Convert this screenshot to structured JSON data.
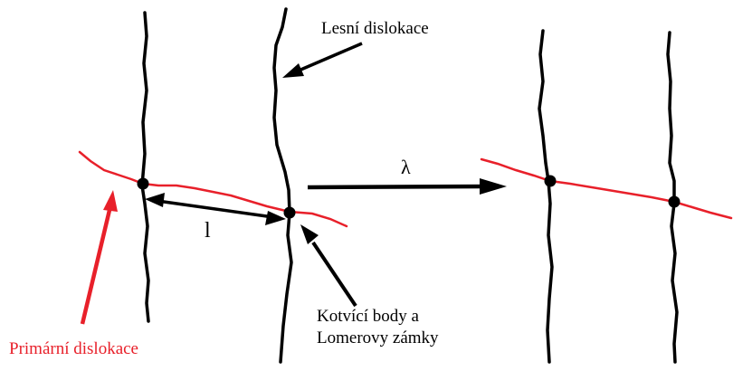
{
  "labels": {
    "forest": "Lesní dislokace",
    "primary": "Primární dislokace",
    "length": "l",
    "lambda": "λ",
    "anchor_line1": "Kotvící body a",
    "anchor_line2": "Lomerovy zámky"
  },
  "colors": {
    "line": "#000000",
    "primary": "#e8202a",
    "background": "#ffffff"
  }
}
